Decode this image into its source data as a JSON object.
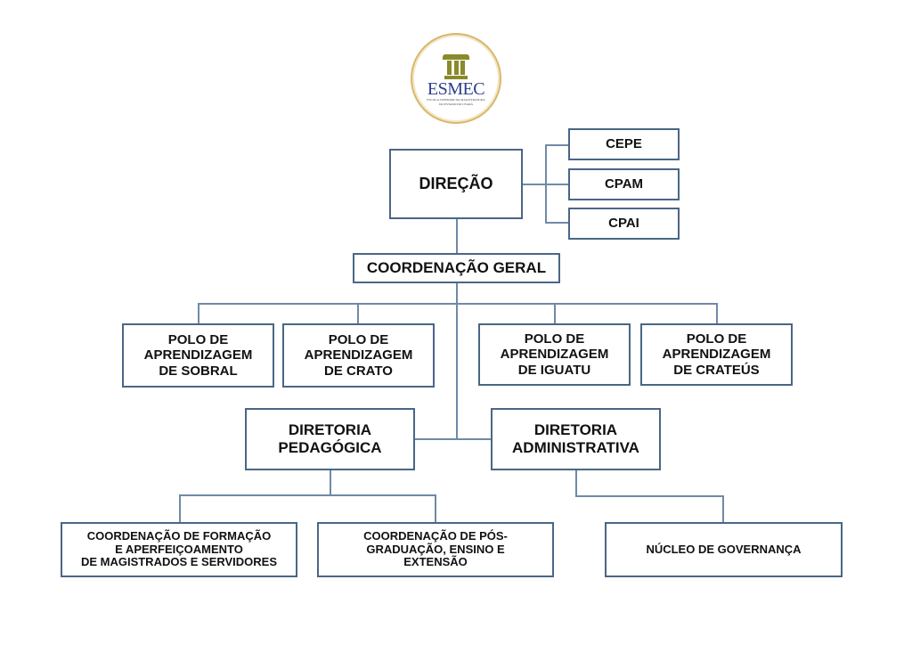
{
  "logo": {
    "name": "ESMEC",
    "subtitle_line1": "ESCOLA SUPERIOR DA MAGISTRATURA",
    "subtitle_line2": "DO ESTADO DO CEARÁ",
    "icon": "column-icon",
    "colors": {
      "text": "#2e3f8c",
      "column": "#8a8a2a",
      "ring": "#d9b76a"
    }
  },
  "colors": {
    "box_border": "#4a6686",
    "connector": "#6f8aa6",
    "text": "#111111"
  },
  "nodes": {
    "direcao": {
      "lines": [
        "DIREÇÃO"
      ]
    },
    "advisory": [
      {
        "lines": [
          "CEPE"
        ]
      },
      {
        "lines": [
          "CPAM"
        ]
      },
      {
        "lines": [
          "CPAI"
        ]
      }
    ],
    "coordenacao_geral": {
      "lines": [
        "COORDENAÇÃO GERAL"
      ]
    },
    "polos": [
      {
        "lines": [
          "POLO DE",
          "APRENDIZAGEM",
          "DE SOBRAL"
        ]
      },
      {
        "lines": [
          "POLO DE",
          "APRENDIZAGEM",
          "DE CRATO"
        ]
      },
      {
        "lines": [
          "POLO DE",
          "APRENDIZAGEM",
          "DE IGUATU"
        ]
      },
      {
        "lines": [
          "POLO DE",
          "APRENDIZAGEM",
          "DE CRATEÚS"
        ]
      }
    ],
    "diretorias": [
      {
        "lines": [
          "DIRETORIA",
          "PEDAGÓGICA"
        ]
      },
      {
        "lines": [
          "DIRETORIA",
          "ADMINISTRATIVA"
        ]
      }
    ],
    "coordenacoes": [
      {
        "lines": [
          "COORDENAÇÃO DE FORMAÇÃO",
          "E APERFEIÇOAMENTO",
          "DE MAGISTRADOS E SERVIDORES"
        ]
      },
      {
        "lines": [
          "COORDENAÇÃO DE PÓS-",
          "GRADUAÇÃO, ENSINO E",
          "EXTENSÃO"
        ]
      }
    ],
    "nucleo": {
      "lines": [
        "NÚCLEO DE GOVERNANÇA"
      ]
    }
  }
}
